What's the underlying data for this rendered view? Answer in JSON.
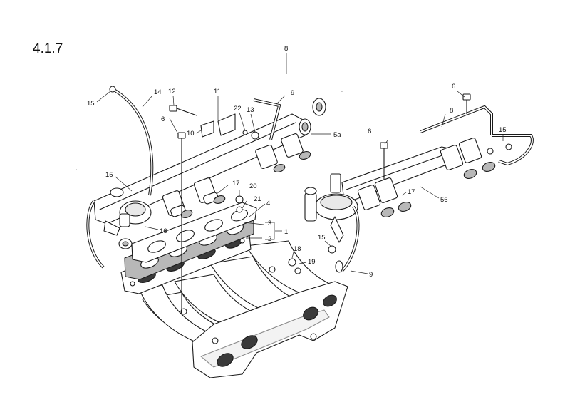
{
  "section_number": "4.1.7",
  "callouts": [
    {
      "id": "c1",
      "text": "1"
    },
    {
      "id": "c2",
      "text": "2"
    },
    {
      "id": "c3",
      "text": "3"
    },
    {
      "id": "c4",
      "text": "4"
    },
    {
      "id": "c5a",
      "text": "5a"
    },
    {
      "id": "c6a",
      "text": "6"
    },
    {
      "id": "c6b",
      "text": "6"
    },
    {
      "id": "c6c",
      "text": "6"
    },
    {
      "id": "c8a",
      "text": "8"
    },
    {
      "id": "c8b",
      "text": "8"
    },
    {
      "id": "c9a",
      "text": "9"
    },
    {
      "id": "c9b",
      "text": "9"
    },
    {
      "id": "c10",
      "text": "10"
    },
    {
      "id": "c11",
      "text": "11"
    },
    {
      "id": "c12",
      "text": "12"
    },
    {
      "id": "c13",
      "text": "13"
    },
    {
      "id": "c14",
      "text": "14"
    },
    {
      "id": "c15a",
      "text": "15"
    },
    {
      "id": "c15b",
      "text": "15"
    },
    {
      "id": "c15c",
      "text": "15"
    },
    {
      "id": "c15d",
      "text": "15"
    },
    {
      "id": "c16",
      "text": "16"
    },
    {
      "id": "c17a",
      "text": "17"
    },
    {
      "id": "c17b",
      "text": "17"
    },
    {
      "id": "c18",
      "text": "18"
    },
    {
      "id": "c19",
      "text": "19"
    },
    {
      "id": "c20",
      "text": "20"
    },
    {
      "id": "c21",
      "text": "21"
    },
    {
      "id": "c22",
      "text": "22"
    },
    {
      "id": "c56",
      "text": "56"
    }
  ]
}
